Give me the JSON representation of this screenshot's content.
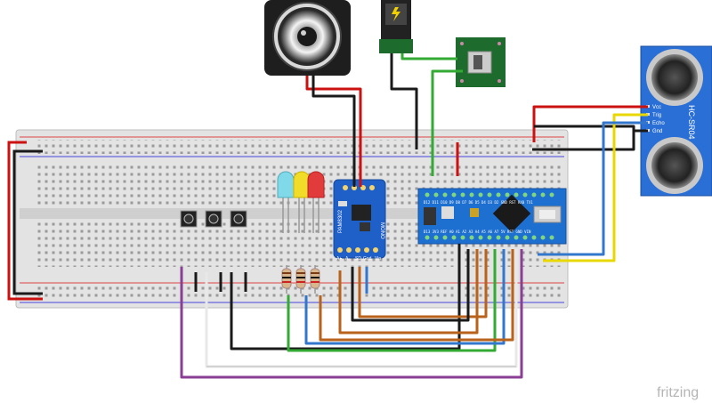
{
  "diagram": {
    "watermark": "fritzing",
    "components": {
      "sensor": {
        "label": "HC-SR04",
        "pins": [
          "Vcc",
          "Trig",
          "Echo",
          "Gnd"
        ]
      },
      "amplifier": {
        "bottom_labels": [
          "A+",
          "A-",
          "SD",
          "Gnd",
          "Vin"
        ],
        "rotated_labels": [
          "PAM8302",
          "MONO"
        ]
      },
      "nano": {
        "top_pins": "D12 D11 D10 D9 D8 D7 D6 D5 D4 D3 D2 GND RST RX0 TX1",
        "bottom_pins": "D13 3V3 REF A0 A1 A2 A3 A4 A5 A6 A7 5V RST GND VIN"
      }
    },
    "colors": {
      "red": "#cc1111",
      "black": "#1a1a1a",
      "green": "#33aa33",
      "blue": "#3377cc",
      "yellow": "#e8d800",
      "orange": "#b8621b",
      "purple": "#8a3f94",
      "white_wire": "#e8e8e8",
      "breadboard": "#e6e6e6",
      "pcb_blue": "#1f5fc8",
      "pcb_green": "#1e6b2e",
      "sensor_blue": "#2a6fd6"
    }
  }
}
